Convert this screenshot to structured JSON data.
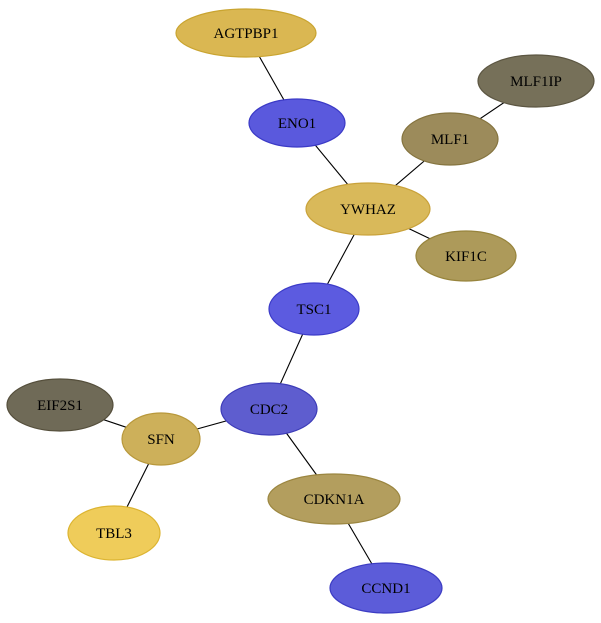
{
  "nodes": [
    {
      "id": "AGTPBP1",
      "label": "AGTPBP1",
      "fill": "#dab752",
      "stroke": "#c9a430"
    },
    {
      "id": "ENO1",
      "label": "ENO1",
      "fill": "#5a59dd",
      "stroke": "#3b3ac6"
    },
    {
      "id": "MLF1IP",
      "label": "MLF1IP",
      "fill": "#767059",
      "stroke": "#5c5642"
    },
    {
      "id": "MLF1",
      "label": "MLF1",
      "fill": "#9c8b5b",
      "stroke": "#85743f"
    },
    {
      "id": "YWHAZ",
      "label": "YWHAZ",
      "fill": "#d9b95a",
      "stroke": "#c9a23a"
    },
    {
      "id": "KIF1C",
      "label": "KIF1C",
      "fill": "#ad9a5a",
      "stroke": "#97843c"
    },
    {
      "id": "TSC1",
      "label": "TSC1",
      "fill": "#5c5be0",
      "stroke": "#3c3bc8"
    },
    {
      "id": "EIF2S1",
      "label": "EIF2S1",
      "fill": "#6f6a57",
      "stroke": "#554f3c"
    },
    {
      "id": "CDC2",
      "label": "CDC2",
      "fill": "#5e5dcf",
      "stroke": "#3d3cb8"
    },
    {
      "id": "SFN",
      "label": "SFN",
      "fill": "#cdb05a",
      "stroke": "#b8983b"
    },
    {
      "id": "CDKN1A",
      "label": "CDKN1A",
      "fill": "#b39e5e",
      "stroke": "#9b8640"
    },
    {
      "id": "TBL3",
      "label": "TBL3",
      "fill": "#efcc5a",
      "stroke": "#dcb431"
    },
    {
      "id": "CCND1",
      "label": "CCND1",
      "fill": "#5c5cd9",
      "stroke": "#3c3cc3"
    }
  ],
  "edges": [
    [
      "AGTPBP1",
      "ENO1"
    ],
    [
      "ENO1",
      "YWHAZ"
    ],
    [
      "MLF1IP",
      "MLF1"
    ],
    [
      "MLF1",
      "YWHAZ"
    ],
    [
      "YWHAZ",
      "KIF1C"
    ],
    [
      "YWHAZ",
      "TSC1"
    ],
    [
      "TSC1",
      "CDC2"
    ],
    [
      "CDC2",
      "SFN"
    ],
    [
      "EIF2S1",
      "SFN"
    ],
    [
      "SFN",
      "TBL3"
    ],
    [
      "CDC2",
      "CDKN1A"
    ],
    [
      "CDKN1A",
      "CCND1"
    ]
  ]
}
